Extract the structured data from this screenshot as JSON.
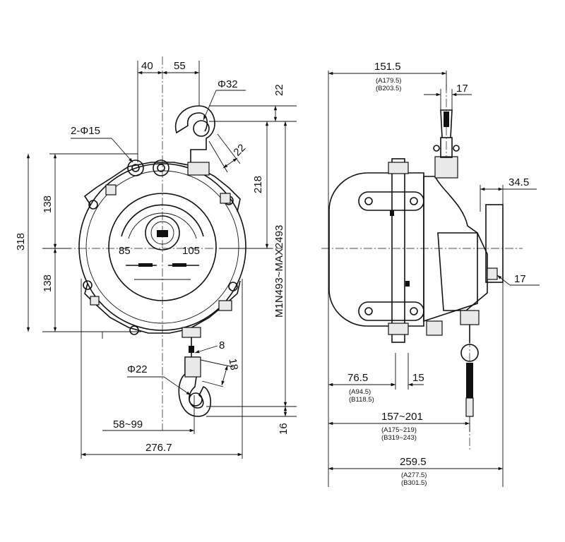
{
  "front_view": {
    "dim_40": "40",
    "dim_55": "55",
    "dim_phi32": "Φ32",
    "dim_22_top": "22",
    "dim_22_hook": "22",
    "dim_2phi15": "2-Φ15",
    "dim_138_upper": "138",
    "dim_138_lower": "138",
    "dim_318": "318",
    "dim_218": "218",
    "dim_range": "M1N493~MAX2493",
    "dim_8": "8",
    "dim_18": "18",
    "dim_phi22": "Φ22",
    "dim_58_99": "58~99",
    "dim_276_7": "276.7",
    "dim_16": "16",
    "scale_85": "85",
    "scale_105": "105"
  },
  "side_view": {
    "dim_151_5": "151.5",
    "dim_151_5_a": "(A179.5)",
    "dim_151_5_b": "(B203.5)",
    "dim_17_top": "17",
    "dim_34_5": "34.5",
    "dim_17_right": "17",
    "dim_76_5": "76.5",
    "dim_76_5_a": "(A94.5)",
    "dim_76_5_b": "(B118.5)",
    "dim_15": "15",
    "dim_157_201": "157~201",
    "dim_157_201_a": "(A175~219)",
    "dim_157_201_b": "(B319~243)",
    "dim_259_5": "259.5",
    "dim_259_5_a": "(A277.5)",
    "dim_259_5_b": "(B301.5)"
  }
}
